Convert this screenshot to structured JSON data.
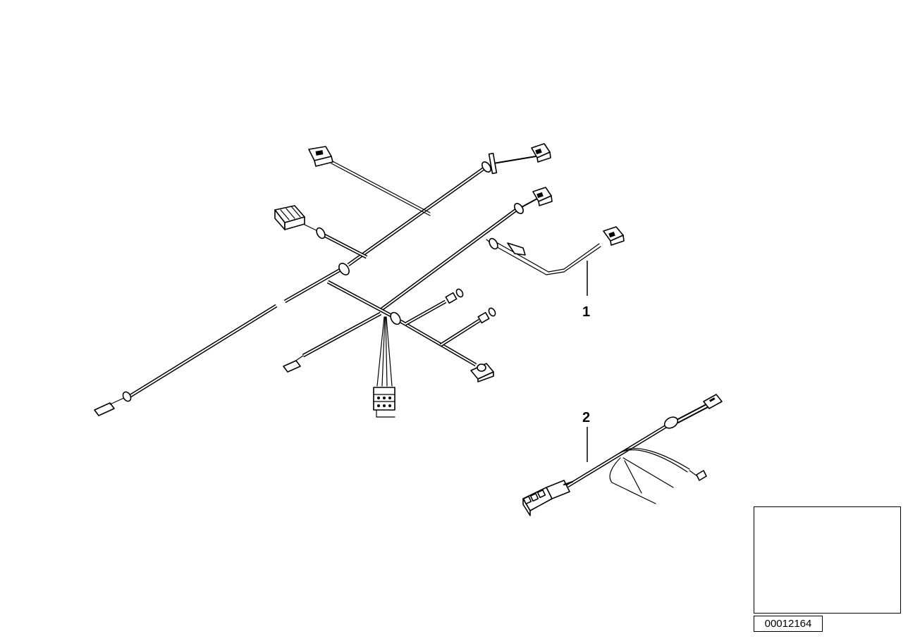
{
  "callouts": {
    "part_1": "1",
    "part_2": "2"
  },
  "image_id": "00012164",
  "thumbnail_icon": "car-sedan-outline"
}
